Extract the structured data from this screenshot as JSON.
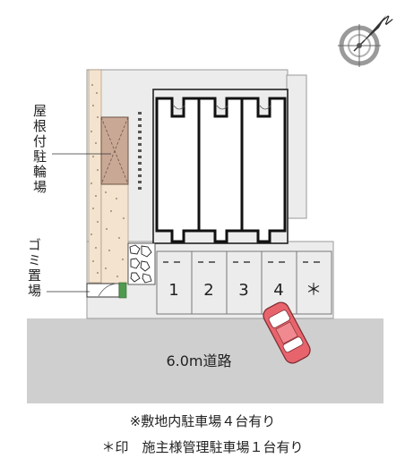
{
  "labels": {
    "roofed_bicycle_parking": "屋根付駐輪場",
    "garbage_area": "ゴミ置場",
    "road": "6.0m道路",
    "north_mark": "N"
  },
  "parking_spaces": [
    "1",
    "2",
    "3",
    "4",
    "＊"
  ],
  "notes": {
    "line1": "※敷地内駐車場４台有り",
    "line2": "＊印　施主様管理駐車場１台有り"
  },
  "colors": {
    "road": "#cfcfcf",
    "building": "#ececec",
    "car": "#e8646c",
    "garden": "#f4e3cf",
    "bike_shed": "#c9a896"
  }
}
